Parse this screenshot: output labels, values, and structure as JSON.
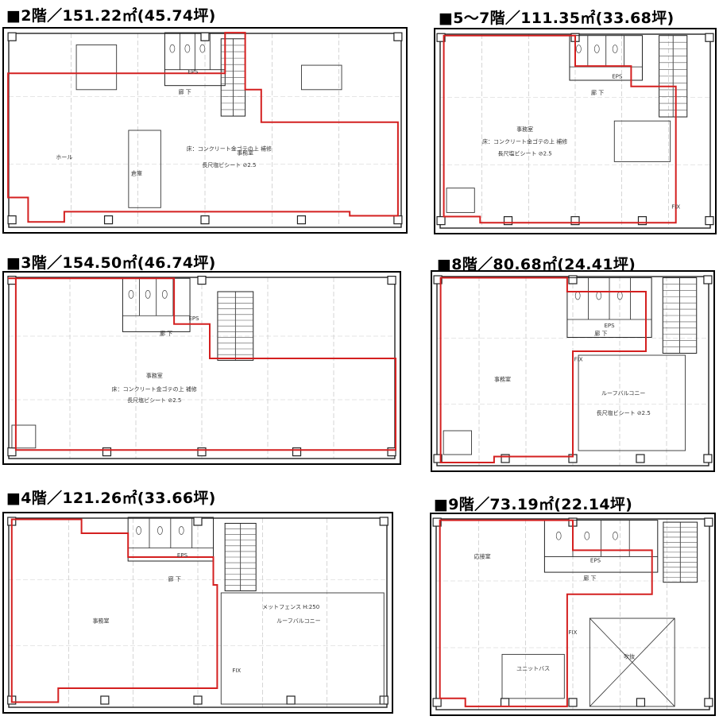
{
  "floors": [
    {
      "id": "f2",
      "title": "■2階／151.22㎡(45.74坪)"
    },
    {
      "id": "f57",
      "title": "■5～7階／111.35㎡(33.68坪)"
    },
    {
      "id": "f3",
      "title": "■3階／154.50㎡(46.74坪)"
    },
    {
      "id": "f8",
      "title": "■8階／80.68㎡(24.41坪)"
    },
    {
      "id": "f4",
      "title": "■4階／121.26㎡(33.66坪)"
    },
    {
      "id": "f9",
      "title": "■9階／73.19㎡(22.14坪)"
    }
  ],
  "plan_labels": {
    "f2": [
      "ホール",
      "事務室",
      "倉庫",
      "EPS",
      "床：コンクリート金ゴテの上 補修",
      "長尺塩ビシート ⊘2.5",
      "廊 下"
    ],
    "f57": [
      "事務室",
      "EPS",
      "床：コンクリート金ゴテの上 補修",
      "長尺塩ビシート ⊘2.5",
      "廊 下",
      "FIX"
    ],
    "f3": [
      "事務室",
      "EPS",
      "床：コンクリート金ゴテの上 補修",
      "長尺塩ビシート ⊘2.5",
      "廊 下"
    ],
    "f8": [
      "事務室",
      "EPS",
      "ルーフバルコニー",
      "長尺塩ビシート ⊘2.5",
      "廊 下",
      "FIX"
    ],
    "f4": [
      "事務室",
      "EPS",
      "ルーフバルコニー",
      "メットフェンス H:250",
      "廊 下",
      "FIX"
    ],
    "f9": [
      "応接室",
      "EPS",
      "吹抜",
      "ユニットバス",
      "廊 下",
      "FIX"
    ]
  },
  "colors": {
    "area_outline": "#d42020",
    "wall": "#222222",
    "frame": "#000000"
  }
}
